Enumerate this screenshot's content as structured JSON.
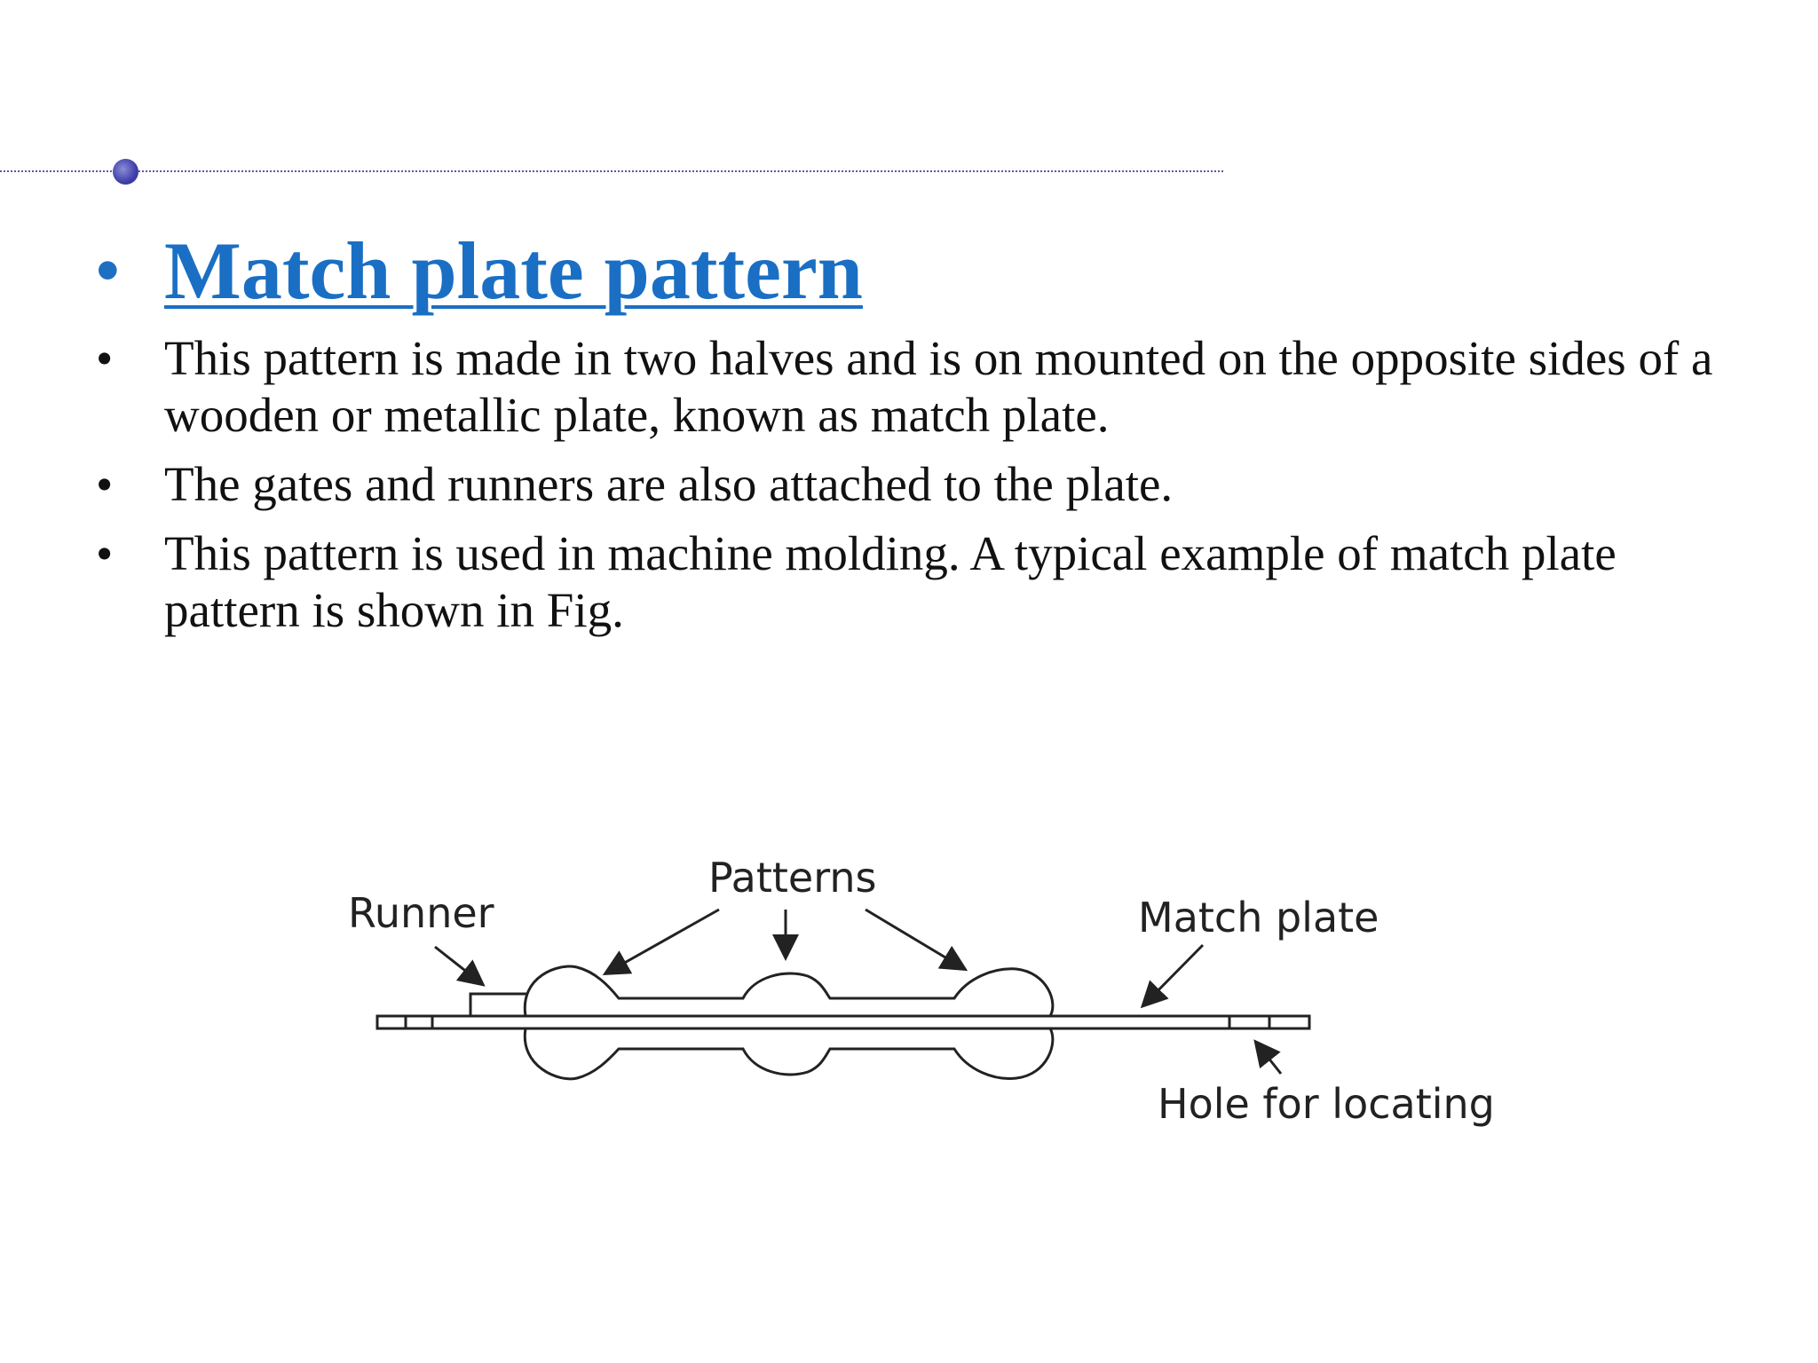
{
  "slide": {
    "heading": "Match plate pattern",
    "heading_bullet": "•",
    "bullet_glyph": "•",
    "bullets": [
      "This pattern is made in two halves and is on mounted on the opposite sides of a wooden or metallic plate, known as match plate.",
      "The gates and runners are also attached to the plate.",
      "This pattern is used in machine molding. A typical example of match plate pattern is shown in Fig."
    ]
  },
  "figure": {
    "labels": {
      "runner": "Runner",
      "patterns": "Patterns",
      "match_plate": "Match plate",
      "hole": "Hole for locating"
    }
  },
  "colors": {
    "heading": "#1a6fc4",
    "body_text": "#111111",
    "rule": "#5a5aa6",
    "figure_ink": "#222222"
  }
}
